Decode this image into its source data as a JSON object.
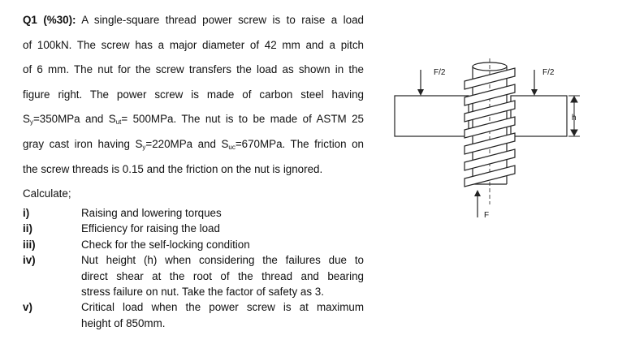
{
  "question": {
    "header": "Q1 (%30):",
    "lines": [
      " A single-square thread power screw is to raise a load",
      "of 100kN. The screw has a major diameter of 42 mm and a pitch",
      "of 6 mm. The nut for the screw transfers the load as shown in the",
      "figure right. The power screw is made of carbon steel having"
    ],
    "line5": {
      "s1": "S",
      "sub1": "y",
      "s2": "=350MPa and S",
      "sub2": "ut",
      "s3": "= 500MPa. The nut is to be made of ASTM 25"
    },
    "line6": {
      "s1": "gray cast iron having S",
      "sub1": "y",
      "s2": "=220MPa and S",
      "sub2": "uc",
      "s3": "=670MPa. The friction on"
    },
    "line7": "the screw threads is 0.15 and the friction on the nut is ignored.",
    "calculate": "Calculate;"
  },
  "items": [
    {
      "num": "i)",
      "lines": [
        "Raising and lowering torques"
      ]
    },
    {
      "num": "ii)",
      "lines": [
        "Efficiency for raising the load"
      ]
    },
    {
      "num": "iii)",
      "lines": [
        "Check for the self-locking condition"
      ]
    },
    {
      "num": "iv)",
      "lines": [
        "Nut height (h) when considering the failures due to",
        "direct shear at the root of the thread and bearing",
        "stress failure on nut. Take the factor of safety as 3."
      ]
    },
    {
      "num": "v)",
      "lines": [
        "Critical load when the power screw is at maximum",
        "height of 850mm."
      ]
    }
  ],
  "figure": {
    "left_force": "F/2",
    "right_force": "F/2",
    "bottom_force": "F",
    "height_label": "h"
  }
}
